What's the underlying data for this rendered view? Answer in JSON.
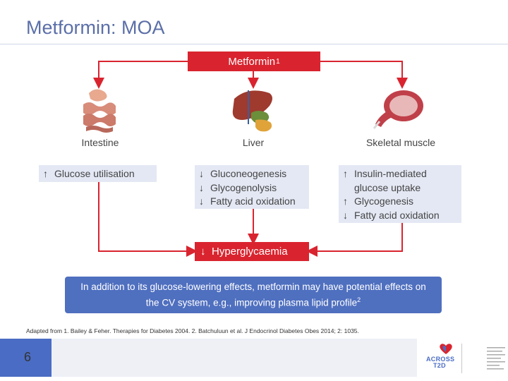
{
  "title": "Metformin: MOA",
  "metformin": {
    "label": "Metformin",
    "ref": "1"
  },
  "organs": [
    {
      "name": "Intestine"
    },
    {
      "name": "Liver"
    },
    {
      "name": "Skeletal muscle"
    }
  ],
  "effects": {
    "intestine": [
      {
        "dir": "up",
        "text": "Glucose utilisation"
      }
    ],
    "liver": [
      {
        "dir": "down",
        "text": "Gluconeogenesis"
      },
      {
        "dir": "down",
        "text": "Glycogenolysis"
      },
      {
        "dir": "down",
        "text": "Fatty acid oxidation"
      }
    ],
    "muscle": [
      {
        "dir": "up",
        "text": "Insulin-mediated"
      },
      {
        "dir": "none",
        "text": "glucose uptake"
      },
      {
        "dir": "up",
        "text": "Glycogenesis"
      },
      {
        "dir": "down",
        "text": "Fatty acid oxidation"
      }
    ]
  },
  "outcome": {
    "dir": "down",
    "text": "Hyperglycaemia"
  },
  "note": {
    "text": "In addition to its glucose-lowering effects, metformin may have potential effects on the CV system, e.g., improving plasma lipid profile",
    "ref": "2"
  },
  "reference": "Adapted from 1. Bailey & Feher. Therapies for Diabetes 2004. 2. Batchuluun et al. J Endocrinol Diabetes Obes 2014; 2: 1035.",
  "page_number": "6",
  "logo": {
    "line1": "ACROSS",
    "line2": "T2D"
  },
  "colors": {
    "accent_red": "#d9242f",
    "accent_blue": "#4f6fbf",
    "effect_bg": "#e4e8f4",
    "title": "#5b6fa8"
  },
  "icons": {
    "up": "↑",
    "down": "↓"
  }
}
